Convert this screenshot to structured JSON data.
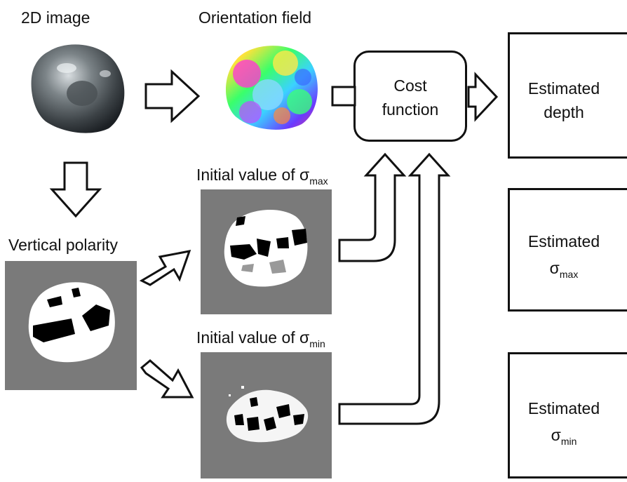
{
  "labels": {
    "image_2d": "2D image",
    "orientation_field": "Orientation field",
    "vertical_polarity": "Vertical polarity",
    "init_max_prefix": "Initial value of σ",
    "init_max_sub": "max",
    "init_min_prefix": "Initial value of σ",
    "init_min_sub": "min"
  },
  "cost_function": {
    "line1": "Cost",
    "line2": "function"
  },
  "outputs": {
    "depth": {
      "line1": "Estimated",
      "line2": "depth"
    },
    "sigma_max": {
      "line1": "Estimated",
      "symbol": "σ",
      "sub": "max"
    },
    "sigma_min": {
      "line1": "Estimated",
      "symbol": "σ",
      "sub": "min"
    }
  },
  "colors": {
    "panel_gray": "#7a7a7a",
    "stroke": "#111111"
  }
}
